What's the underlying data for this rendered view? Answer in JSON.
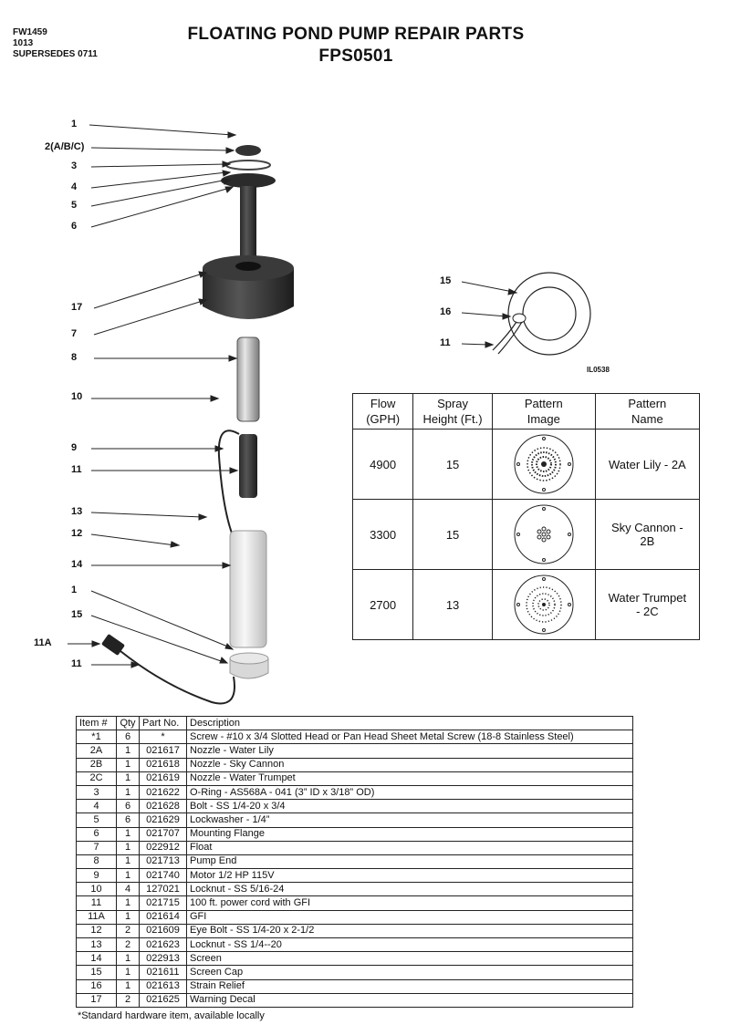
{
  "header": {
    "doc_codes": [
      "FW1459",
      "1013",
      "SUPERSEDES 0711"
    ],
    "title_line1": "FLOATING POND PUMP REPAIR PARTS",
    "title_line2": "FPS0501"
  },
  "diagram": {
    "callouts": [
      "1",
      "2(A/B/C)",
      "3",
      "4",
      "5",
      "6",
      "17",
      "7",
      "8",
      "10",
      "9",
      "11",
      "13",
      "12",
      "14",
      "1",
      "15",
      "11A",
      "11"
    ]
  },
  "detail": {
    "callouts": [
      "15",
      "16",
      "11"
    ],
    "ref_code": "IL0538"
  },
  "pattern_table": {
    "headers": [
      "Flow (GPH)",
      "Spray Height (Ft.)",
      "Pattern Image",
      "Pattern Name"
    ],
    "rows": [
      {
        "flow": "4900",
        "height": "15",
        "name": "Water Lily - 2A"
      },
      {
        "flow": "3300",
        "height": "15",
        "name": "Sky Cannon - 2B"
      },
      {
        "flow": "2700",
        "height": "13",
        "name": "Water Trumpet - 2C"
      }
    ]
  },
  "parts_table": {
    "headers": [
      "Item #",
      "Qty",
      "Part No.",
      "Description"
    ],
    "rows": [
      [
        "*1",
        "6",
        "*",
        "Screw - #10 x 3/4 Slotted Head or Pan Head Sheet Metal Screw (18-8 Stainless Steel)"
      ],
      [
        "2A",
        "1",
        "021617",
        "Nozzle - Water Lily"
      ],
      [
        "2B",
        "1",
        "021618",
        "Nozzle - Sky Cannon"
      ],
      [
        "2C",
        "1",
        "021619",
        "Nozzle - Water Trumpet"
      ],
      [
        "3",
        "1",
        "021622",
        "O-Ring - AS568A - 041 (3” ID x 3/18” OD)"
      ],
      [
        "4",
        "6",
        "021628",
        "Bolt - SS 1/4-20 x 3/4"
      ],
      [
        "5",
        "6",
        "021629",
        "Lockwasher - 1/4”"
      ],
      [
        "6",
        "1",
        "021707",
        "Mounting Flange"
      ],
      [
        "7",
        "1",
        "022912",
        "Float"
      ],
      [
        "8",
        "1",
        "021713",
        "Pump End"
      ],
      [
        "9",
        "1",
        "021740",
        "Motor 1/2 HP 115V"
      ],
      [
        "10",
        "4",
        "127021",
        "Locknut - SS 5/16-24"
      ],
      [
        "11",
        "1",
        "021715",
        "100 ft. power cord with GFI"
      ],
      [
        "11A",
        "1",
        "021614",
        "GFI"
      ],
      [
        "12",
        "2",
        "021609",
        "Eye Bolt - SS 1/4-20 x 2-1/2"
      ],
      [
        "13",
        "2",
        "021623",
        "Locknut - SS 1/4--20"
      ],
      [
        "14",
        "1",
        "022913",
        "Screen"
      ],
      [
        "15",
        "1",
        "021611",
        "Screen Cap"
      ],
      [
        "16",
        "1",
        "021613",
        "Strain Relief"
      ],
      [
        "17",
        "2",
        "021625",
        "Warning Decal"
      ]
    ],
    "footnote": "*Standard hardware item, available locally"
  }
}
